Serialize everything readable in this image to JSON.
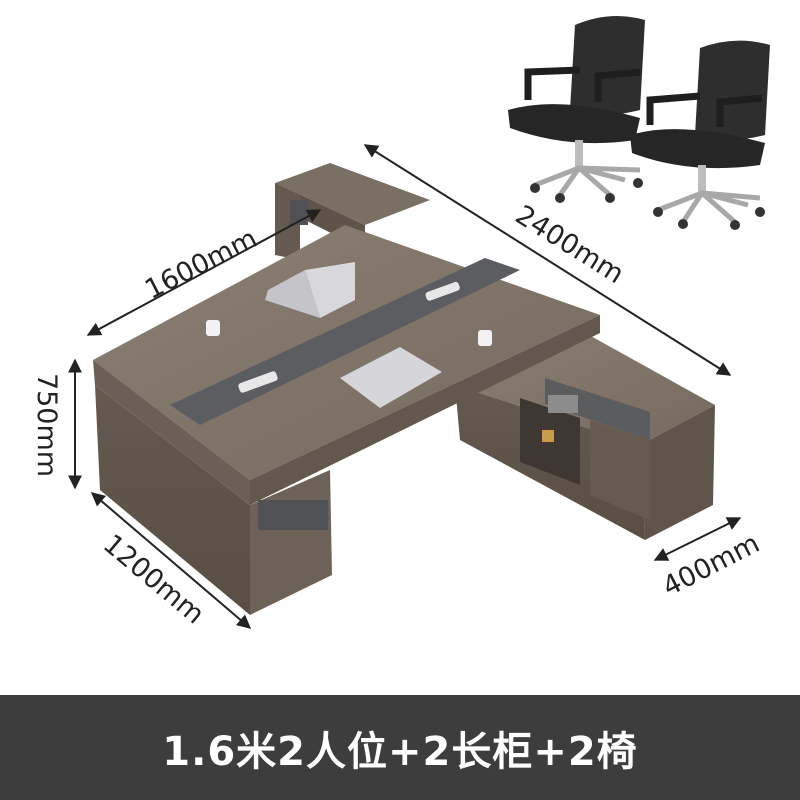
{
  "product": {
    "dimensions": {
      "length": "2400mm",
      "width": "1600mm",
      "height": "750mm",
      "depth": "1200mm",
      "cabinet_depth": "400mm"
    },
    "caption": "1.6米2人位+2长柜+2椅"
  },
  "colors": {
    "wood_top": "#7d7266",
    "wood_side": "#5e544a",
    "panel_gray": "#5b5d60",
    "banner_bg": "#3d3d3d",
    "banner_text": "#ffffff"
  }
}
